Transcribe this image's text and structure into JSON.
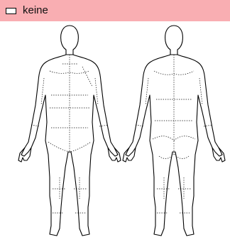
{
  "header": {
    "background": "#f9aeb2",
    "option_label": "keine",
    "option_checked": false
  },
  "figures": [
    {
      "view": "front-body-diagram"
    },
    {
      "view": "back-body-diagram"
    }
  ]
}
